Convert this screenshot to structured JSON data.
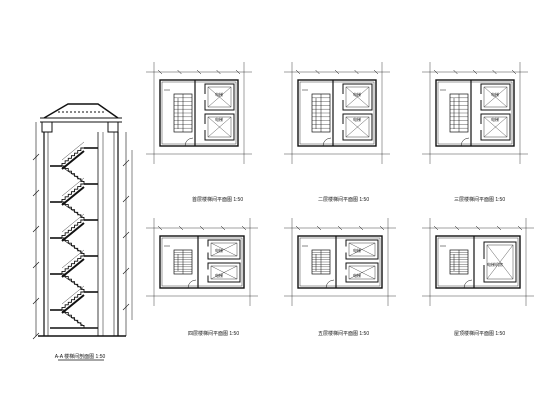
{
  "drawing": {
    "section": {
      "caption": "A-A 楼梯间剖面图 1:50"
    },
    "plans": [
      {
        "caption": "首层楼梯间平面图 1:50",
        "rooms": [
          "电梯",
          "电梯"
        ]
      },
      {
        "caption": "二层楼梯间平面图 1:50",
        "rooms": [
          "电梯",
          "电梯"
        ]
      },
      {
        "caption": "三层楼梯间平面图 1:50",
        "rooms": [
          "电梯",
          "电梯"
        ]
      },
      {
        "caption": "四层楼梯间平面图 1:50",
        "rooms": [
          "电梯",
          "电梯"
        ]
      },
      {
        "caption": "五层楼梯间平面图 1:50",
        "rooms": [
          "电梯",
          "电梯"
        ]
      },
      {
        "caption": "屋顶楼梯间平面图 1:50",
        "rooms": [
          "电梯机房",
          ""
        ]
      }
    ],
    "colors": {
      "line": "#111111",
      "background": "#ffffff"
    }
  }
}
